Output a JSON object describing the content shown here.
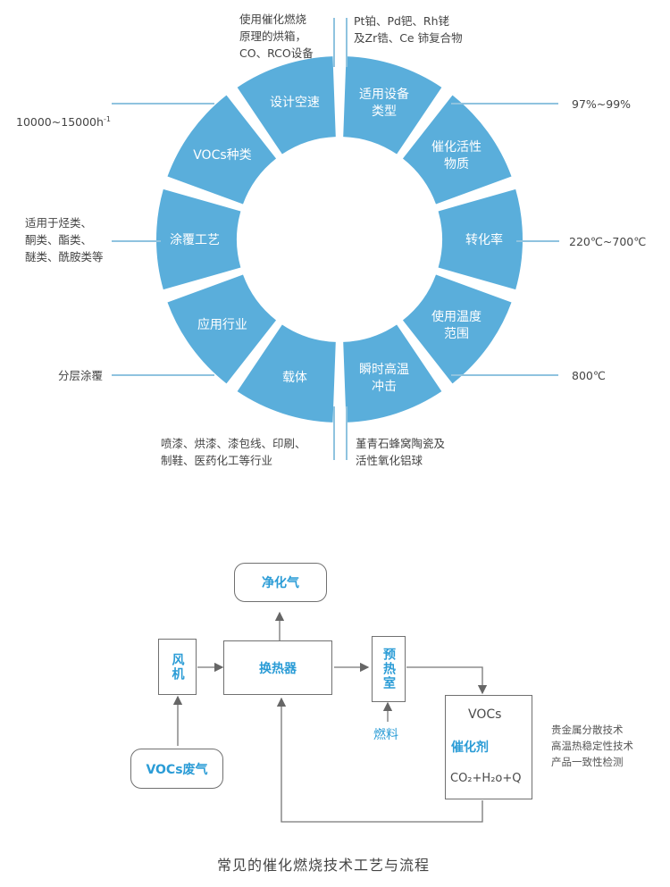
{
  "ring": {
    "segments": [
      {
        "label": "适用设备\n类型"
      },
      {
        "label": "催化活性\n物质"
      },
      {
        "label": "转化率"
      },
      {
        "label": "使用温度\n范围"
      },
      {
        "label": "瞬时高温\n冲击"
      },
      {
        "label": "载体"
      },
      {
        "label": "应用行业"
      },
      {
        "label": "涂覆工艺"
      },
      {
        "label": "VOCs种类"
      },
      {
        "label": "设计空速"
      }
    ],
    "color": "#5aaedb",
    "text_color": "#ffffff"
  },
  "notes": {
    "equipment": "使用催化燃烧\n原理的烘箱，\nCO、RCO设备",
    "active_material": "Pt铂、Pd钯、Rh铑\n及Zr锆、Ce 铈复合物",
    "space_velocity": "10000~15000h",
    "space_velocity_sup": "-1",
    "conversion": "97%~99%",
    "voc_types": "适用于烃类、\n酮类、酯类、\n醚类、酰胺类等",
    "temperature": "220℃~700℃",
    "coating": "分层涂覆",
    "impact": "800℃",
    "industries": "喷漆、烘漆、漆包线、印刷、\n制鞋、医药化工等行业",
    "carrier": "堇青石蜂窝陶瓷及\n活性氧化铝球"
  },
  "flow": {
    "purified_gas": "净化气",
    "fan": "风机",
    "heat_exchanger": "换热器",
    "preheat": "预热室",
    "fuel": "燃料",
    "vocs_in": "VOCs",
    "catalyst": "催化剂",
    "product": "CO₂+H₂o+Q",
    "vocs_waste": "VOCs废气",
    "tech_notes": "贵金属分散技术\n高温热稳定性技术\n产品一致性检测"
  },
  "caption": "常见的催化燃烧技术工艺与流程"
}
